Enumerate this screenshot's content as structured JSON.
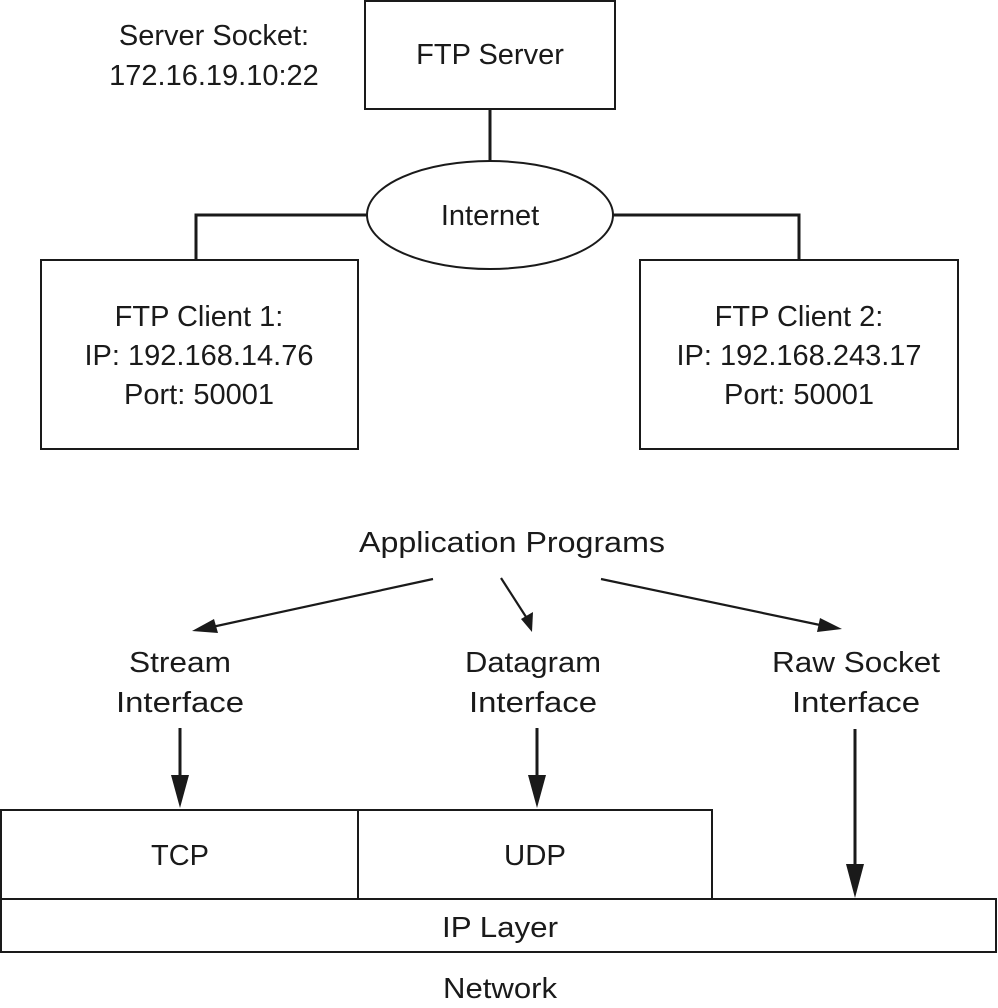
{
  "top_diagram": {
    "server_socket": {
      "line1": "Server Socket:",
      "line2": "172.16.19.10:22"
    },
    "ftp_server": {
      "label": "FTP Server"
    },
    "internet": {
      "label": "Internet"
    },
    "client1": {
      "line1": "FTP Client 1:",
      "line2": "IP: 192.168.14.76",
      "line3": "Port: 50001"
    },
    "client2": {
      "line1": "FTP Client 2:",
      "line2": "IP: 192.168.243.17",
      "line3": "Port: 50001"
    }
  },
  "bottom_diagram": {
    "application_programs": "Application Programs",
    "interfaces": [
      {
        "line1": "Stream",
        "line2": "Interface"
      },
      {
        "line1": "Datagram",
        "line2": "Interface"
      },
      {
        "line1": "Raw Socket",
        "line2": "Interface"
      }
    ],
    "transport": {
      "tcp": "TCP",
      "udp": "UDP"
    },
    "ip_layer": "IP Layer",
    "network": "Network"
  }
}
